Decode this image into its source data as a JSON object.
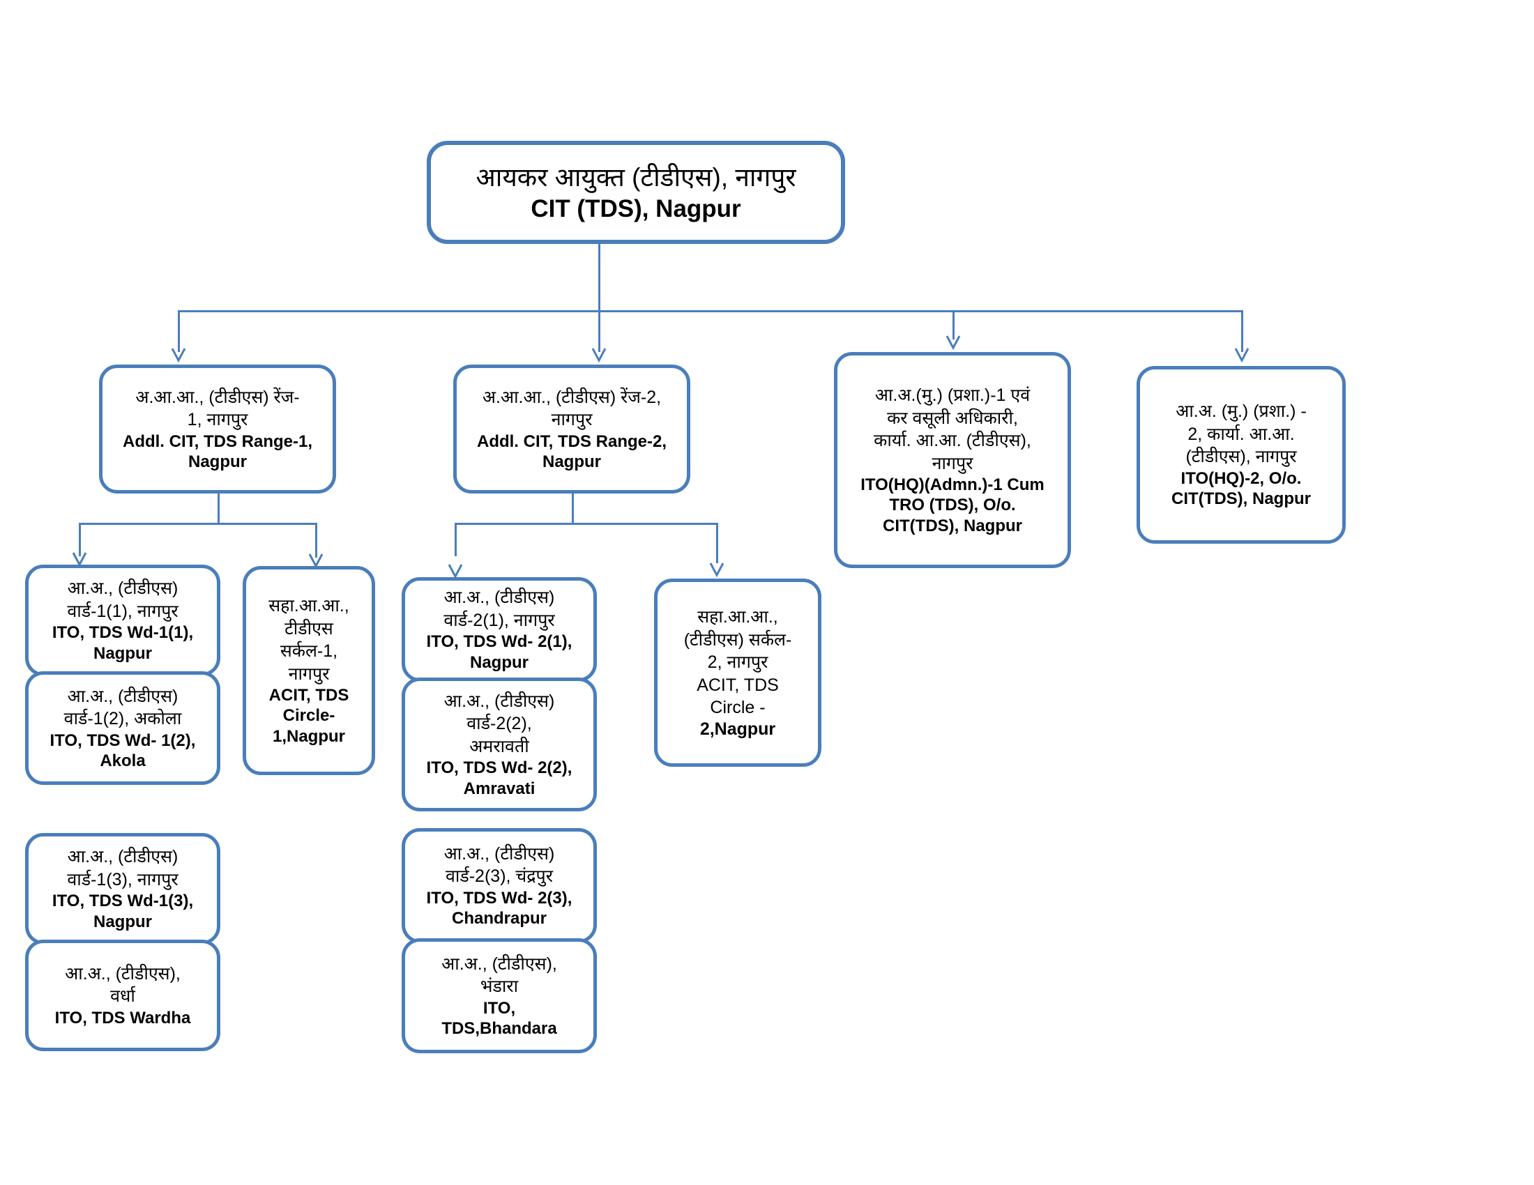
{
  "chart": {
    "title": "CIT (TDS), Nagpur organisational hierarchy",
    "accent_color": "#4A7EBB",
    "background_color": "#FFFFFF"
  },
  "root": {
    "hi": "आयकर आयुक्त (टीडीएस), नागपुर",
    "en": "CIT (TDS), Nagpur"
  },
  "level2": {
    "range1": {
      "hi1": "अ.आ.आ., (टीडीएस) रेंज-",
      "hi2": "1, नागपुर",
      "en1": "Addl. CIT, TDS Range-1,",
      "en2": "Nagpur"
    },
    "range2": {
      "hi1": "अ.आ.आ., (टीडीएस) रेंज-2,",
      "hi2": "नागपुर",
      "en1": "Addl. CIT, TDS Range-2,",
      "en2": "Nagpur"
    },
    "ito_hq1": {
      "hi1": "आ.अ.(मु.) (प्रशा.)-1 एवं",
      "hi2": "कर वसूली अधिकारी,",
      "hi3": "कार्या. आ.आ. (टीडीएस),",
      "hi4": "नागपुर",
      "en1": "ITO(HQ)(Admn.)-1 Cum",
      "en2": "TRO (TDS), O/o.",
      "en3": "CIT(TDS), Nagpur"
    },
    "ito_hq2": {
      "hi1": "आ.अ. (मु.) (प्रशा.) -",
      "hi2": "2, कार्या. आ.आ.",
      "hi3": "(टीडीएस), नागपुर",
      "en1": "ITO(HQ)-2, O/o.",
      "en2": "CIT(TDS), Nagpur"
    }
  },
  "range1_children": {
    "wd_1_1": {
      "hi1": "आ.अ., (टीडीएस)",
      "hi2": "वार्ड-1(1), नागपुर",
      "en1": "ITO, TDS Wd-1(1),",
      "en2": "Nagpur"
    },
    "wd_1_2": {
      "hi1": "आ.अ., (टीडीएस)",
      "hi2": "वार्ड-1(2), अकोला",
      "en1": "ITO, TDS Wd- 1(2),",
      "en2": "Akola"
    },
    "wd_1_3": {
      "hi1": "आ.अ., (टीडीएस)",
      "hi2": "वार्ड-1(3), नागपुर",
      "en1": "ITO, TDS Wd-1(3),",
      "en2": "Nagpur"
    },
    "wardha": {
      "hi1": "आ.अ., (टीडीएस),",
      "hi2": "वर्धा",
      "en1": "ITO, TDS Wardha"
    },
    "circle1": {
      "hi1": "सहा.आ.आ.,",
      "hi2": "टीडीएस",
      "hi3": "सर्कल-1,",
      "hi4": "नागपुर",
      "en1": "ACIT, TDS",
      "en2": "Circle-",
      "en3": "1,Nagpur"
    }
  },
  "range2_children": {
    "wd_2_1": {
      "hi1": "आ.अ., (टीडीएस)",
      "hi2": "वार्ड-2(1), नागपुर",
      "en1": "ITO, TDS Wd- 2(1),",
      "en2": "Nagpur"
    },
    "wd_2_2": {
      "hi1": "आ.अ., (टीडीएस)",
      "hi2": "वार्ड-2(2),",
      "hi3": "अमरावती",
      "en1": "ITO, TDS Wd- 2(2),",
      "en2": "Amravati"
    },
    "wd_2_3": {
      "hi1": "आ.अ., (टीडीएस)",
      "hi2": "वार्ड-2(3), चंद्रपुर",
      "en1": "ITO, TDS Wd- 2(3),",
      "en2": "Chandrapur"
    },
    "bhandara": {
      "hi1": "आ.अ., (टीडीएस),",
      "hi2": "भंडारा",
      "en1": "ITO,",
      "en2": "TDS,Bhandara"
    },
    "circle2": {
      "hi1": "सहा.आ.आ.,",
      "hi2": "(टीडीएस) सर्कल-",
      "hi3": "2, नागपुर",
      "en1": "ACIT, TDS",
      "en2": "Circle -",
      "en3": "2,Nagpur"
    }
  }
}
